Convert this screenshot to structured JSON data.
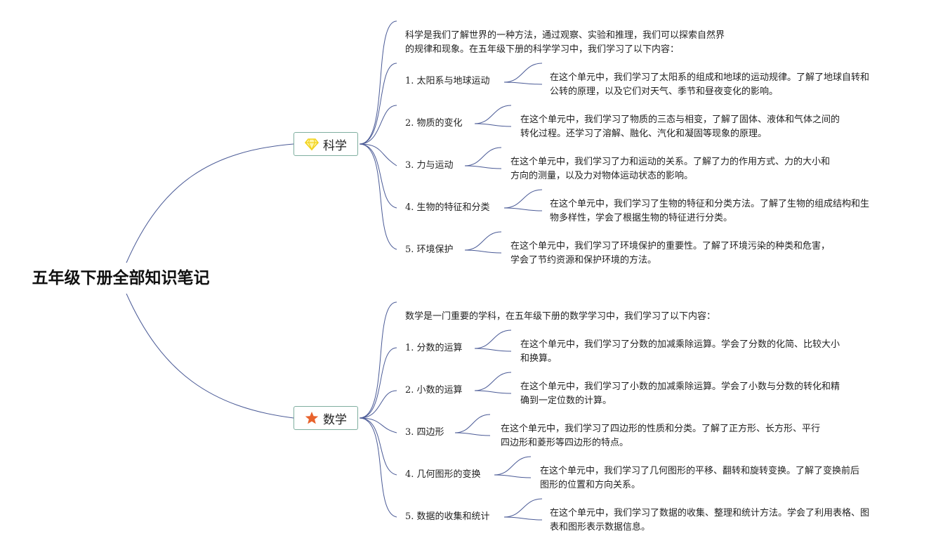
{
  "root": {
    "title": "五年级下册全部知识笔记"
  },
  "science": {
    "label": "科学",
    "icon": "diamond-icon",
    "intro": [
      "科学是我们了解世界的一种方法，通过观察、实验和推理，我们可以探索自然界",
      "的规律和现象。在五年级下册的科学学习中，我们学习了以下内容："
    ],
    "topics": [
      {
        "title": "1. 太阳系与地球运动",
        "detail": [
          "在这个单元中，我们学习了太阳系的组成和地球的运动规律。了解了地球自转和",
          "公转的原理，以及它们对天气、季节和昼夜变化的影响。"
        ]
      },
      {
        "title": "2. 物质的变化",
        "detail": [
          "在这个单元中，我们学习了物质的三态与相变，了解了固体、液体和气体之间的",
          "转化过程。还学习了溶解、融化、汽化和凝固等现象的原理。"
        ]
      },
      {
        "title": "3. 力与运动",
        "detail": [
          "在这个单元中，我们学习了力和运动的关系。了解了力的作用方式、力的大小和",
          "方向的测量，以及力对物体运动状态的影响。"
        ]
      },
      {
        "title": "4. 生物的特征和分类",
        "detail": [
          "在这个单元中，我们学习了生物的特征和分类方法。了解了生物的组成结构和生",
          "物多样性，学会了根据生物的特征进行分类。"
        ]
      },
      {
        "title": "5. 环境保护",
        "detail": [
          "在这个单元中，我们学习了环境保护的重要性。了解了环境污染的种类和危害，",
          "学会了节约资源和保护环境的方法。"
        ]
      }
    ]
  },
  "math": {
    "label": "数学",
    "icon": "star-icon",
    "intro": [
      "数学是一门重要的学科，在五年级下册的数学学习中，我们学习了以下内容："
    ],
    "topics": [
      {
        "title": "1. 分数的运算",
        "detail": [
          "在这个单元中，我们学习了分数的加减乘除运算。学会了分数的化简、比较大小",
          "和换算。"
        ]
      },
      {
        "title": "2. 小数的运算",
        "detail": [
          "在这个单元中，我们学习了小数的加减乘除运算。学会了小数与分数的转化和精",
          "确到一定位数的计算。"
        ]
      },
      {
        "title": "3. 四边形",
        "detail": [
          "在这个单元中，我们学习了四边形的性质和分类。了解了正方形、长方形、平行",
          "四边形和菱形等四边形的特点。"
        ]
      },
      {
        "title": "4. 几何图形的变换",
        "detail": [
          "在这个单元中，我们学习了几何图形的平移、翻转和旋转变换。了解了变换前后",
          "图形的位置和方向关系。"
        ]
      },
      {
        "title": "5. 数据的收集和统计",
        "detail": [
          "在这个单元中，我们学习了数据的收集、整理和统计方法。学会了利用表格、图",
          "表和图形表示数据信息。"
        ]
      }
    ]
  },
  "colors": {
    "connector": "#4a5a96",
    "branch_border": "#7fae9f",
    "diamond_icon": "#f2d21b",
    "star_icon": "#e8622c"
  }
}
